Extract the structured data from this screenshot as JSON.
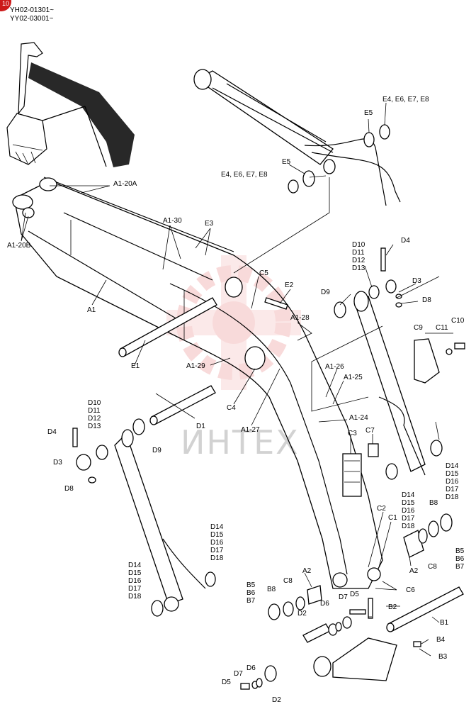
{
  "header": {
    "page_badge": "10",
    "serial_1": "YH02-01301~",
    "serial_2": "YY02-03001~"
  },
  "watermark": {
    "text": "ИНТЕХ",
    "color": "#e35c5c"
  },
  "colors": {
    "badge": "#cc1a1a",
    "line": "#000000"
  },
  "callouts": {
    "A1_20A": "A1-20A",
    "A1_20B": "A1-20B",
    "A1": "A1",
    "A1_30": "A1-30",
    "E3": "E3",
    "E1": "E1",
    "A1_29": "A1-29",
    "C4": "C4",
    "D1": "D1",
    "A1_27": "A1-27",
    "C5": "C5",
    "E2": "E2",
    "A1_28": "A1-28",
    "A1_26": "A1-26",
    "A1_25": "A1-25",
    "A1_24": "A1-24",
    "C3": "C3",
    "C7": "C7",
    "C2": "C2",
    "C1": "C1",
    "A2_right": "A2",
    "A2_center": "A2",
    "C6": "C6",
    "E4_top": "E4, E6, E7, E8",
    "E5_top": "E5",
    "E5_mid": "E5",
    "E4_mid": "E4, E6, E7, E8",
    "D9_right": "D9",
    "D4_right": "D4",
    "D3_right": "D3",
    "D8_right": "D8",
    "D10r": "D10",
    "D11r": "D11",
    "D12r": "D12",
    "D13r": "D13",
    "C9": "C9",
    "C11": "C11",
    "C10": "C10",
    "D14r": "D14",
    "D15r": "D15",
    "D16r": "D16",
    "D17r": "D17",
    "D18r": "D18",
    "D14b": "D14",
    "D15b": "D15",
    "D16b": "D16",
    "D17b": "D17",
    "D18b": "D18",
    "B8_right": "B8",
    "C8_right": "C8",
    "B5_right": "B5",
    "B6_right": "B6",
    "B7_right": "B7",
    "D10l": "D10",
    "D11l": "D11",
    "D12l": "D12",
    "D13l": "D13",
    "D4_left": "D4",
    "D3_left": "D3",
    "D8_left": "D8",
    "D9_left": "D9",
    "D14m": "D14",
    "D15m": "D15",
    "D16m": "D16",
    "D17m": "D17",
    "D18m": "D18",
    "D14l": "D14",
    "D15l": "D15",
    "D16l": "D16",
    "D17l": "D17",
    "D18l": "D18",
    "B5_left": "B5",
    "B6_left": "B6",
    "B7_left": "B7",
    "B8_center": "B8",
    "C8_center": "C8",
    "D2_mid": "D2",
    "D6_mid": "D6",
    "D7_mid": "D7",
    "D5_mid": "D5",
    "B2": "B2",
    "B1": "B1",
    "B4": "B4",
    "B3": "B3",
    "D5_bot": "D5",
    "D7_bot": "D7",
    "D6_bot": "D6",
    "D2_bot": "D2"
  }
}
